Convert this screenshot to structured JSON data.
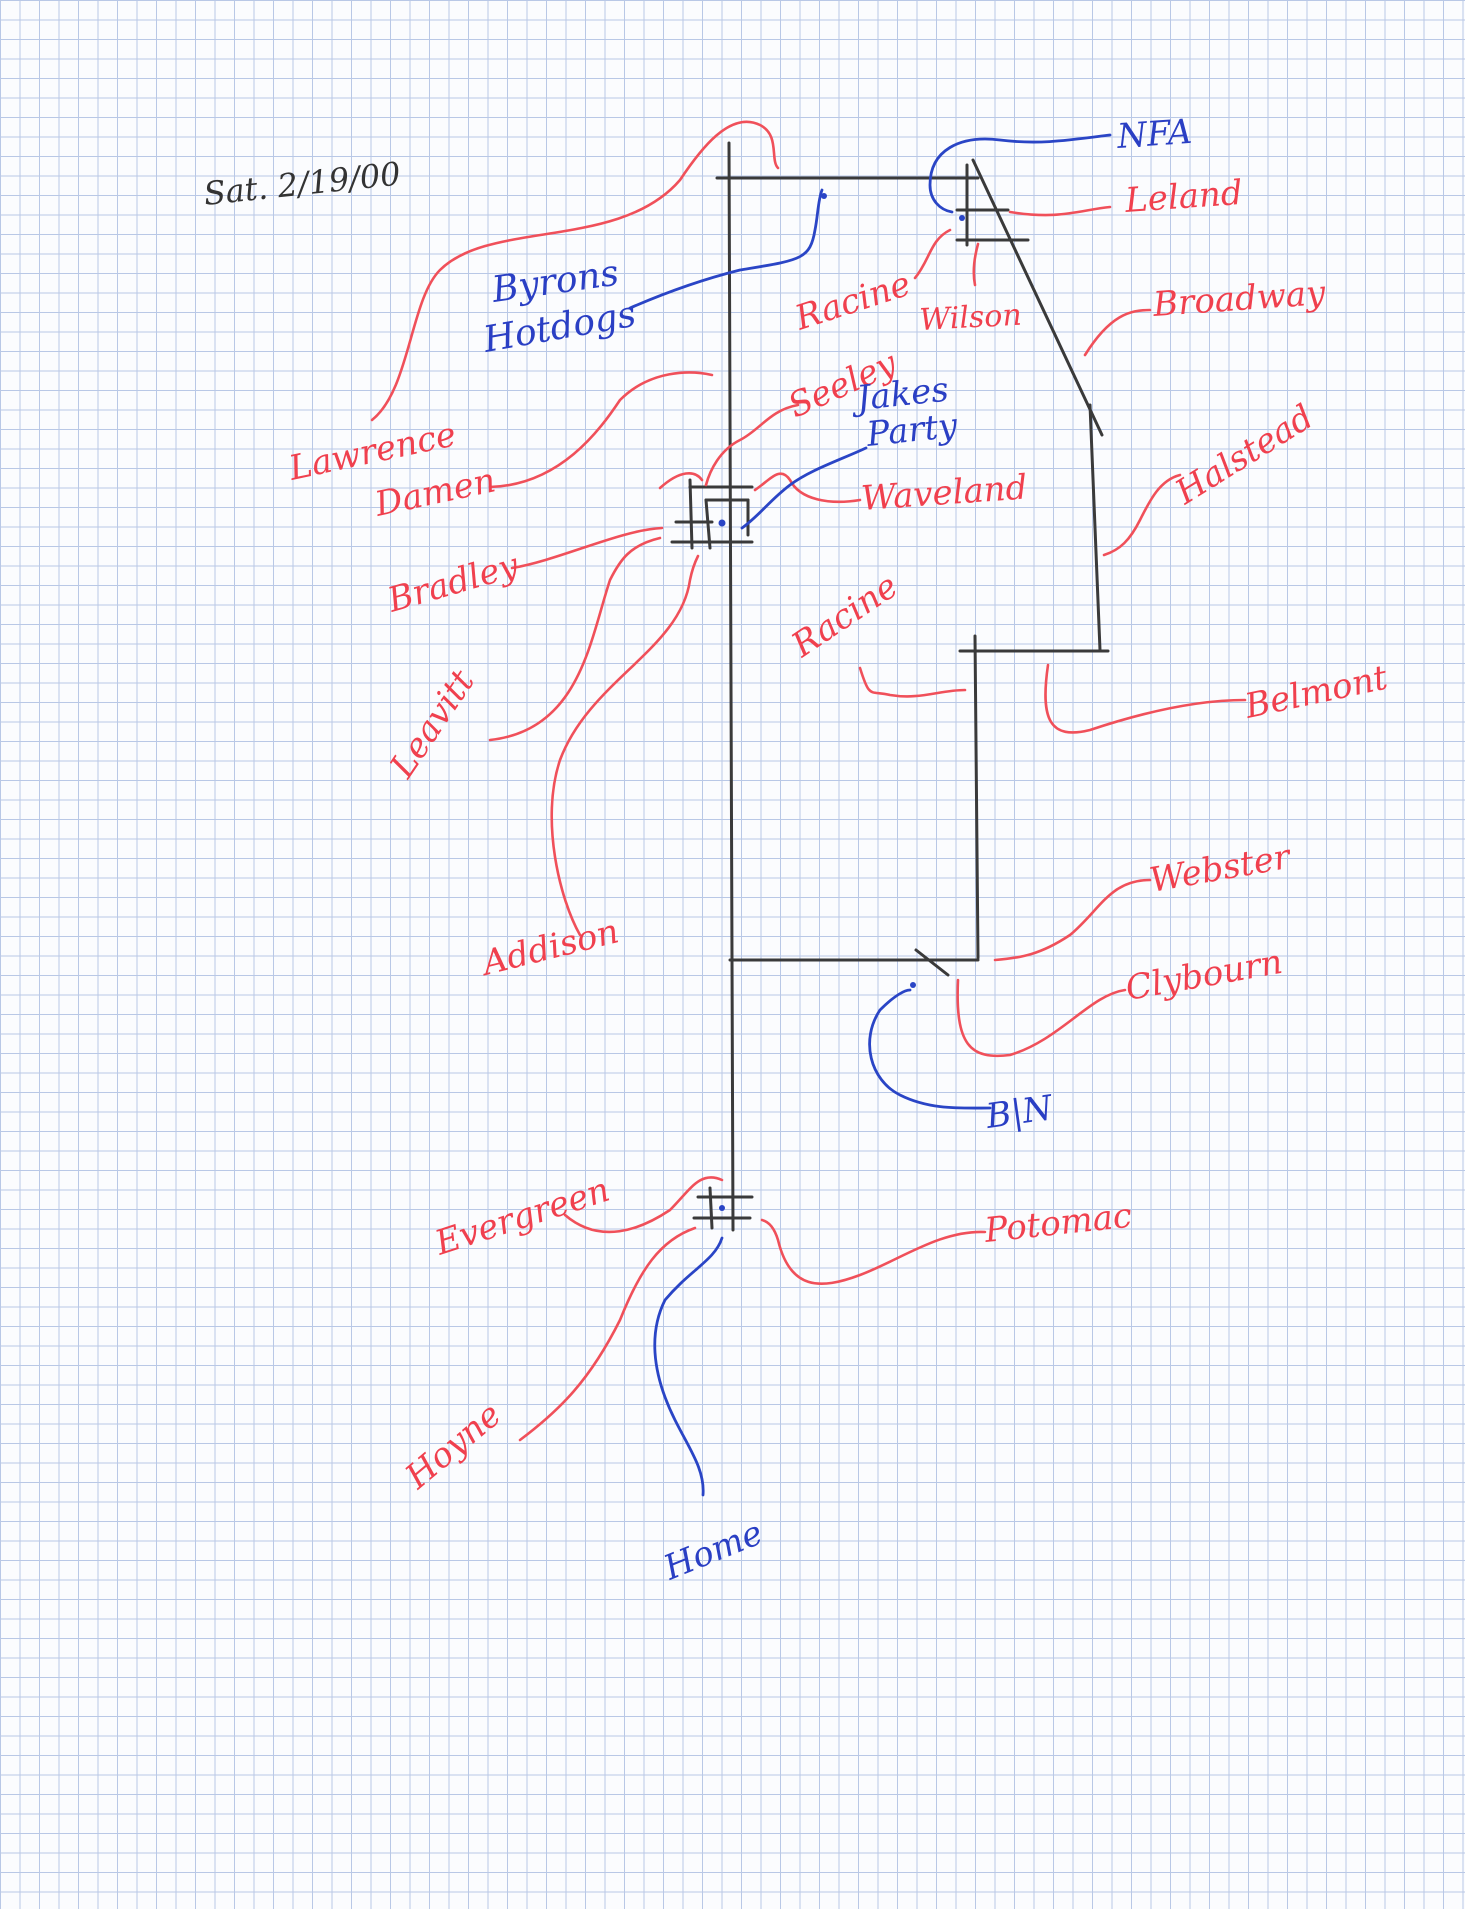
{
  "date_note": "Sat. 2/19/00",
  "streets": {
    "lawrence": "Lawrence",
    "damen": "Damen",
    "leland": "Leland",
    "racine_north": "Racine",
    "wilson": "Wilson",
    "broadway": "Broadway",
    "seeley": "Seeley",
    "waveland": "Waveland",
    "halstead": "Halstead",
    "bradley": "Bradley",
    "leavitt": "Leavitt",
    "addison": "Addison",
    "racine_south": "Racine",
    "belmont": "Belmont",
    "webster": "Webster",
    "clybourn": "Clybourn",
    "evergreen": "Evergreen",
    "potomac": "Potomac",
    "hoyne": "Hoyne"
  },
  "places": {
    "nfa": "NFA",
    "byrons_line1": "Byrons",
    "byrons_line2": "Hotdogs",
    "jakes_line1": "Jakes",
    "jakes_line2": "Party",
    "bn": "B|N",
    "home": "Home"
  },
  "colors": {
    "street_names": "#f0404e",
    "places": "#2a3fc4",
    "streets": "#3a3a3a"
  }
}
